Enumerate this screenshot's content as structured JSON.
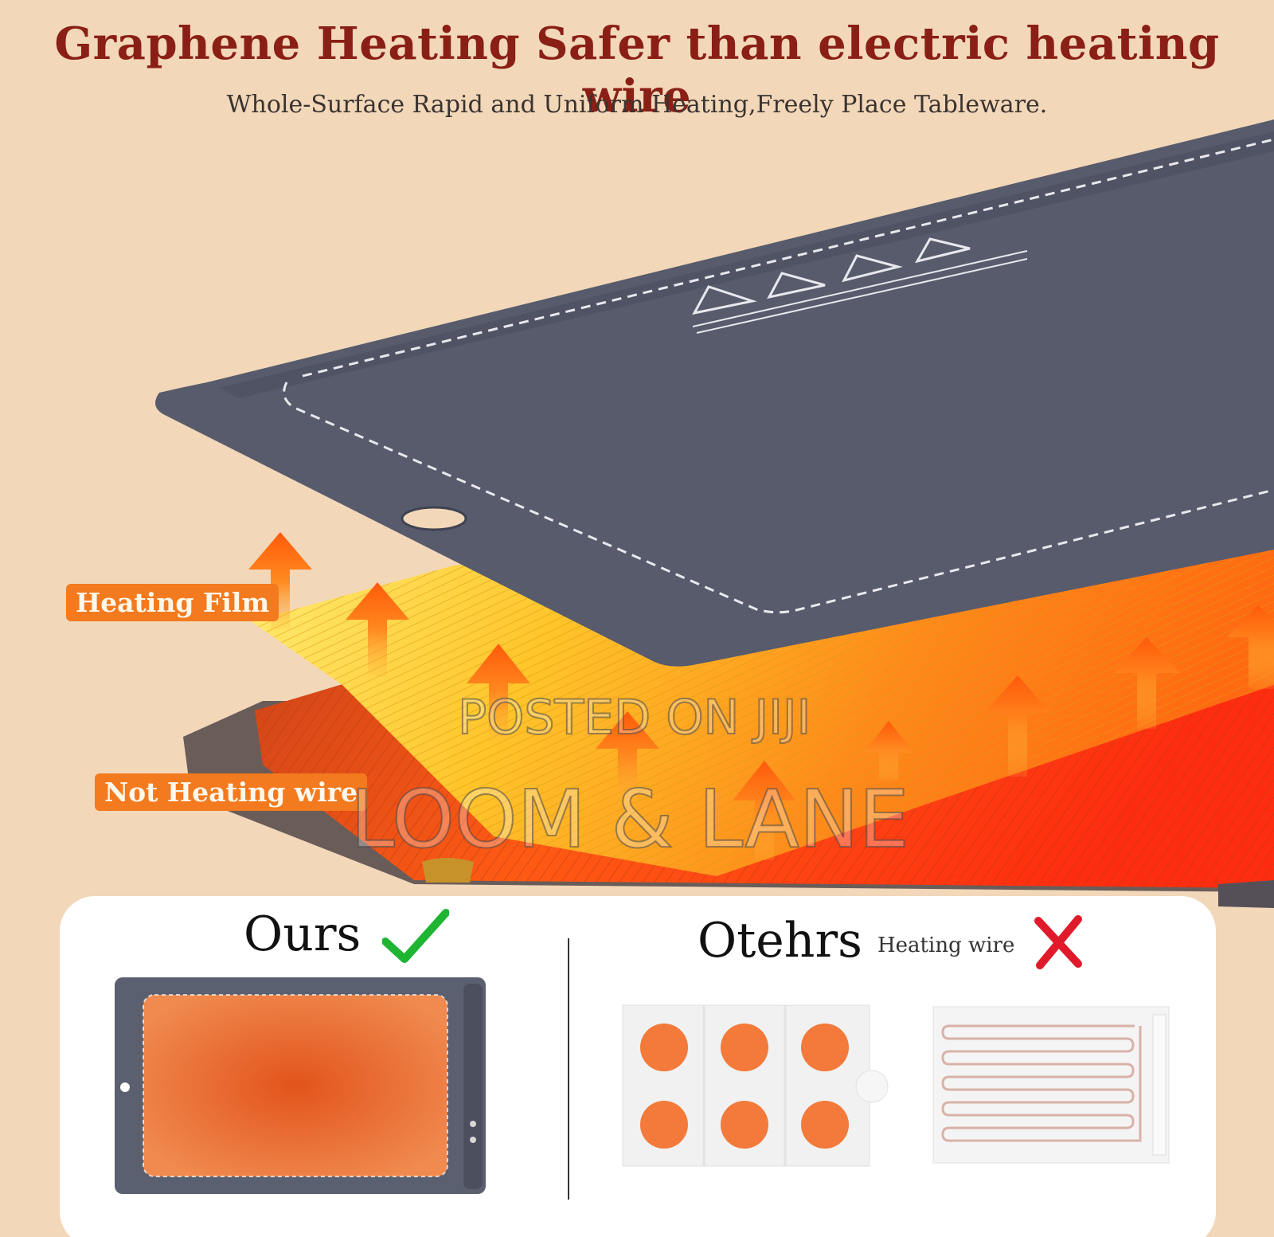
{
  "headline": "Graphene Heating Safer than electric heating wire",
  "subheadline": "Whole-Surface Rapid and Uniform Heating,Freely Place Tableware.",
  "labels": {
    "heating_film": "Heating Film",
    "not_heating_wire": "Not Heating wire"
  },
  "watermarks": [
    "POSTED ON JIJI",
    "LOOM & LANE"
  ],
  "comparison": {
    "ours_label": "Ours",
    "others_label": "Otehrs",
    "others_note": "Heating wire"
  },
  "icons": [
    "check-icon",
    "cross-icon"
  ],
  "colors": {
    "headline": "#8a1f16",
    "background": "#f2d7b9",
    "tag": "#f37a1e",
    "check": "#1fb533",
    "cross": "#e01a2a",
    "pad": "#575b6c"
  }
}
